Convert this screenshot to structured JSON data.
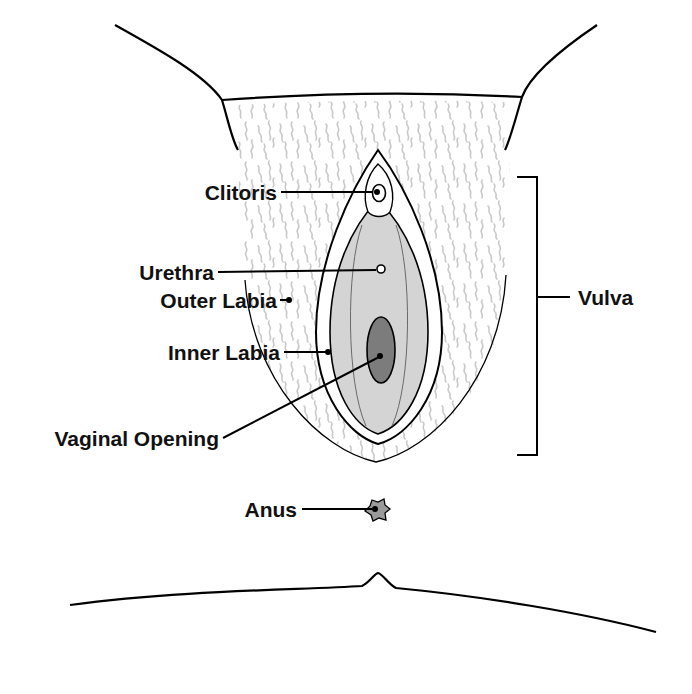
{
  "diagram": {
    "labels": [
      "Clitoris",
      "Urethra",
      "Outer Labia",
      "Inner Labia",
      "Vaginal Opening",
      "Vulva",
      "Anus"
    ]
  }
}
